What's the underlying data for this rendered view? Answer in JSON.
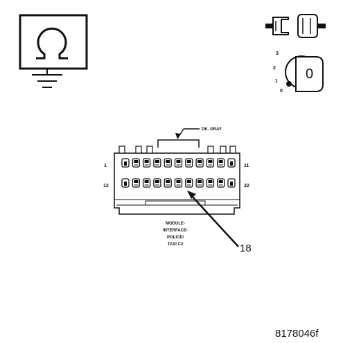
{
  "symbols": {
    "ohm_meter": {
      "glyph": "Ω",
      "icon": "ohmmeter-ground-icon"
    },
    "connector_icon": {
      "icon": "connector-disconnect-icon"
    },
    "ignition_switch": {
      "icon": "ignition-key-icon",
      "positions": [
        "3",
        "2",
        "1",
        "0"
      ],
      "key_label": "0"
    }
  },
  "connector": {
    "wire_color": "DK. GRAY",
    "pin_start_top": "1",
    "pin_end_top": "11",
    "pin_start_bottom": "12",
    "pin_end_bottom": "22",
    "name_lines": [
      "MODULE-",
      "INTERFACE-",
      "POLICE/",
      "TAXI C2"
    ],
    "callout_pin": "18"
  },
  "figure_id": "8178046f"
}
